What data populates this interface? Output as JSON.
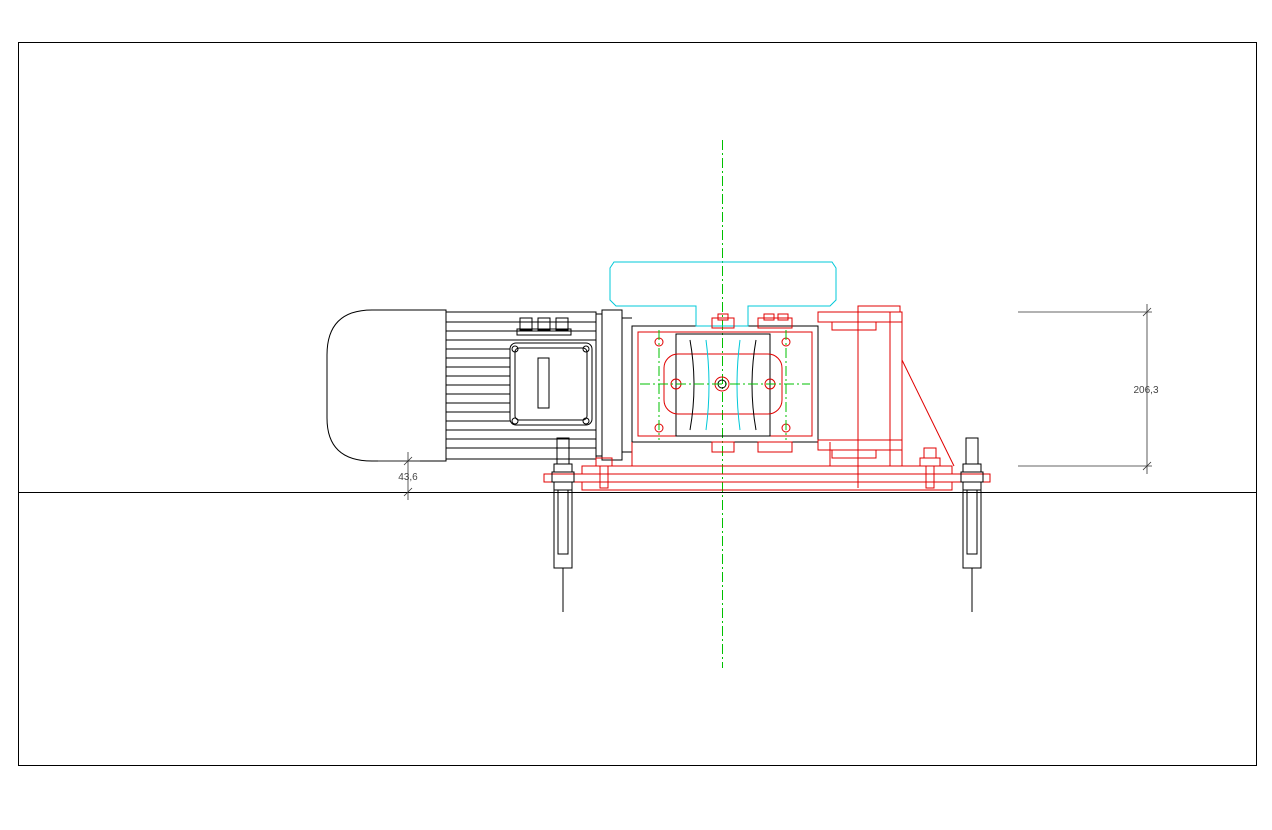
{
  "drawing": {
    "dimensions": [
      {
        "id": "foot_gap",
        "label": "43,6"
      },
      {
        "id": "right_height",
        "label": "206,3"
      }
    ],
    "colors": {
      "frame": "#000000",
      "mounting": "#e00000",
      "cover": "#00c8d8",
      "centerline": "#00c000"
    }
  }
}
